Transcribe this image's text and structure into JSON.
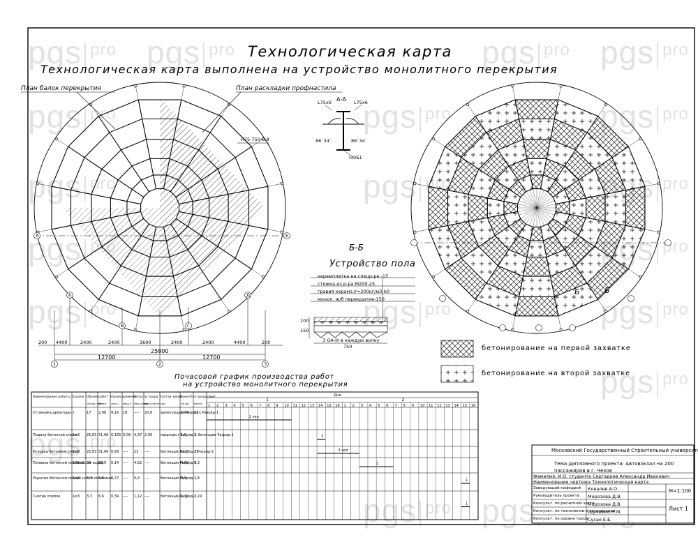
{
  "watermark": "pgs",
  "watermark_pro": "pro",
  "title": "Технологическая карта",
  "subtitle": "Технологическая карта выполнена на устройство монолитного перекрытия",
  "left_plan": {
    "label_beams": "План балок перекрытия",
    "label_decking": "План раскладки профнастила",
    "profile_mark": "Н75-750-0,8",
    "dims_row1": [
      "200",
      "4400",
      "2400",
      "2400",
      "3600",
      "2400",
      "2400",
      "4400",
      "200"
    ],
    "overall": "25800",
    "half_left": "12700",
    "half_right": "12700",
    "axes_bottom": [
      "1",
      "2",
      "3"
    ],
    "axes_side": [
      "А",
      "Б",
      "В",
      "Г",
      "Д",
      "Е"
    ]
  },
  "section_aa": {
    "title": "А-А",
    "angle_left": "L75x6",
    "angle_right": "L75x6",
    "dim_left": "86`34`",
    "dim_right": "86`34`",
    "beam": "I30Б1"
  },
  "floor": {
    "section": "Б-Б",
    "title": "Устройство пола",
    "layers": [
      "керамплитка на спецр-ре -15",
      "стяжка из р-ра М200-25",
      "гравия керамз.У=200кг/м3-60",
      "монол. ж/б перекрытие-150"
    ],
    "dims": [
      "100",
      "150"
    ],
    "note": "3 ОА-III в каждую волну",
    "bottom_dim": "750"
  },
  "legend": [
    {
      "label": "бетонирование на первой захватке"
    },
    {
      "label": "бетонирование на второй захватке"
    }
  ],
  "right_plan": {
    "section_marks": [
      "Б",
      "Б"
    ]
  },
  "schedule": {
    "title_line1": "Почасовой график производства работ",
    "title_line2": "на устройство монолитного перекрытия",
    "header_cols": [
      "Наименование работы",
      "Ед.изм",
      "Объем работ",
      "Норма времени",
      "Затраты труда",
      "Состав звена",
      "Принятая продолжит.",
      "Дни"
    ],
    "sub_headers": [
      "на ед. изм.",
      "Всего",
      "чел-ч",
      "маш-ч",
      "маш-смен",
      "маш-см/чел-дн",
      "на ед.",
      "Всего"
    ],
    "days_1": "1",
    "days_2": "2",
    "rows": [
      {
        "name": "Установка арматуры",
        "unit": "т",
        "vol": "17",
        "n1": "2,98",
        "n2": "4,16",
        "tz1": "18",
        "tz2": "----",
        "tz3": "20,8",
        "crew": "арматурщик Разряд-1 Разряд-1",
        "t1": "10,4",
        "t2": "21",
        "bar": "2",
        "bar2": "чел"
      },
      {
        "name": "Подача бетонной смеси",
        "unit": "1м3",
        "vol": "25,83",
        "n1": "51,66",
        "n2": "0,165",
        "tz1": "0,09",
        "tz2": "4,37",
        "tz3": "2,06",
        "crew": "машинист Разряд-1 бетонщик Разряд-1",
        "t1": "1,5",
        "t2": "3",
        "bar": "3",
        "bar2": ""
      },
      {
        "name": "Укладка бетонной смеси",
        "unit": "1м3",
        "vol": "25,83",
        "n1": "51,66",
        "n2": "0,89",
        "tz1": "----",
        "tz2": "23",
        "tz3": "----",
        "crew": "бетонщик Разряд-1 Разряд-1",
        "t1": "11,5",
        "t2": "23",
        "bar": "2",
        "bar2": "чел"
      },
      {
        "name": "Поливка бетонной поверхности водой",
        "unit": "100м2",
        "vol": "33",
        "n1": "66,0",
        "n2": "0,14",
        "tz1": "----",
        "tz2": "4,62",
        "tz3": "----",
        "crew": "бетонщик Разряд-1",
        "t1": "4,62",
        "t2": "9,3",
        "bar": "1",
        "bar2": ""
      },
      {
        "name": "Укрытие бетонной поверх-ности опилками",
        "unit": "1м3",
        "vol": "3,3",
        "n1": "6,6",
        "n2": "0,27",
        "tz1": "----",
        "tz2": "0,9",
        "tz3": "----",
        "crew": "бетонщик Разряд-1",
        "t1": "0,9",
        "t2": "1,8",
        "bar": "1",
        "bar2": ""
      },
      {
        "name": "Снятие опилок",
        "unit": "1м3",
        "vol": "3,3",
        "n1": "6,6",
        "n2": "0,34",
        "tz1": "----",
        "tz2": "1,12",
        "tz3": "----",
        "crew": "бетонщик Разряд-1",
        "t1": "1,12",
        "t2": "2,24",
        "bar": "1",
        "bar2": ""
      }
    ]
  },
  "stamp": {
    "university": "Московский Государственный Строительный университет",
    "theme": "Тема дипломного проекта: Автовокзал на 200 пассажиров в г. Чехов",
    "student": "Фамилия, И.О. студента Сергадеев Александр Иванович",
    "drawing": "Наименование чертежа Технологическая карта",
    "roles": [
      "Заведующий кафедрой",
      "Руководитель проекта",
      "Консульт. по расчетной части",
      "Консульт. по технологии и организации",
      "Консульт. по охране труда"
    ],
    "names": [
      "Ковалев А.О.",
      "Морозова Д.В.",
      "Морозова Д.В.",
      "Шумейко Н.М.",
      "Сусак Е.Б."
    ],
    "scale": "М=1:100",
    "sheet": "Лист 1"
  }
}
